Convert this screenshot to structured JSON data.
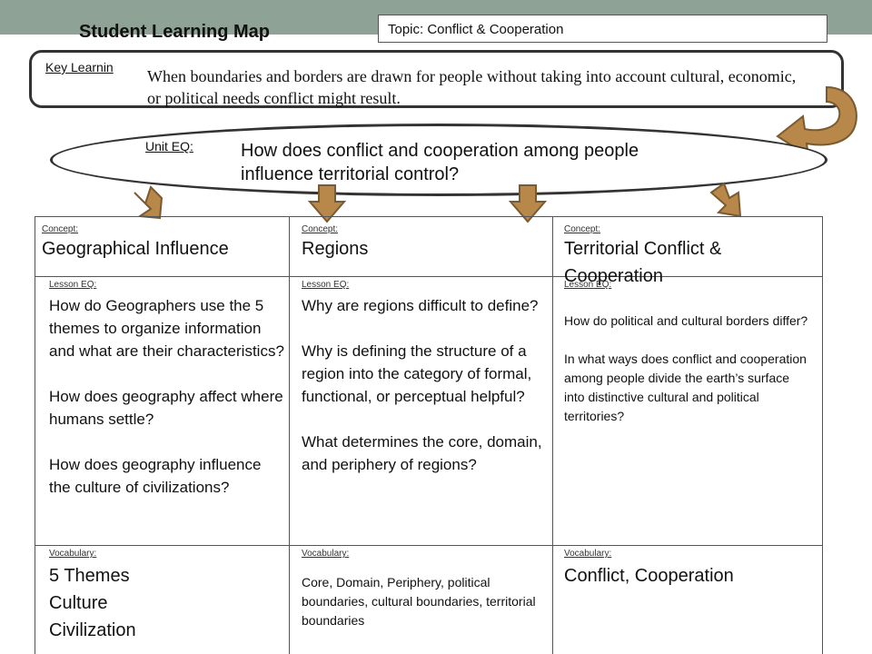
{
  "header": {
    "title": "Student Learning Map",
    "topic": "Topic: Conflict & Cooperation"
  },
  "key_learning": {
    "label": "Key Learnin",
    "text": "When boundaries and borders are drawn for people without taking into account cultural, economic, or political needs conflict might result."
  },
  "unit_eq": {
    "label": "Unit EQ:",
    "text": "How does conflict and cooperation among people influence territorial control?"
  },
  "columns": [
    {
      "concept_label": "Concept:",
      "concept": "Geographical Influence",
      "lesson_label": "Lesson EQ:",
      "questions": [
        "How do Geographers use the 5 themes to organize information and what are their characteristics?",
        "How does geography affect where humans settle?",
        "How does geography influence the culture of civilizations?"
      ],
      "vocab_label": "Vocabulary:",
      "vocab": [
        "5 Themes",
        "Culture",
        "Civilization"
      ]
    },
    {
      "concept_label": "Concept:",
      "concept": " Regions",
      "lesson_label": "Lesson EQ:",
      "questions": [
        "Why are regions difficult to define?",
        "Why is defining the structure of a region into the category of formal, functional, or perceptual helpful?",
        "What determines the core, domain, and periphery of regions?"
      ],
      "vocab_label": "Vocabulary:",
      "vocab": [
        "Core, Domain, Periphery, political boundaries, cultural boundaries, territorial boundaries"
      ]
    },
    {
      "concept_label": "Concept:",
      "concept": "Territorial Conflict & Cooperation",
      "lesson_label": "Lesson EQ:",
      "questions": [
        "How do political and cultural borders differ?",
        "In what ways does conflict and cooperation among people divide the earth’s surface into distinctive cultural and political territories?"
      ],
      "vocab_label": "Vocabulary:",
      "vocab": [
        "Conflict, Cooperation"
      ]
    }
  ],
  "colors": {
    "topbar": "#8fa296",
    "arrow_fill": "#b8874a",
    "arrow_stroke": "#7a5a30"
  }
}
